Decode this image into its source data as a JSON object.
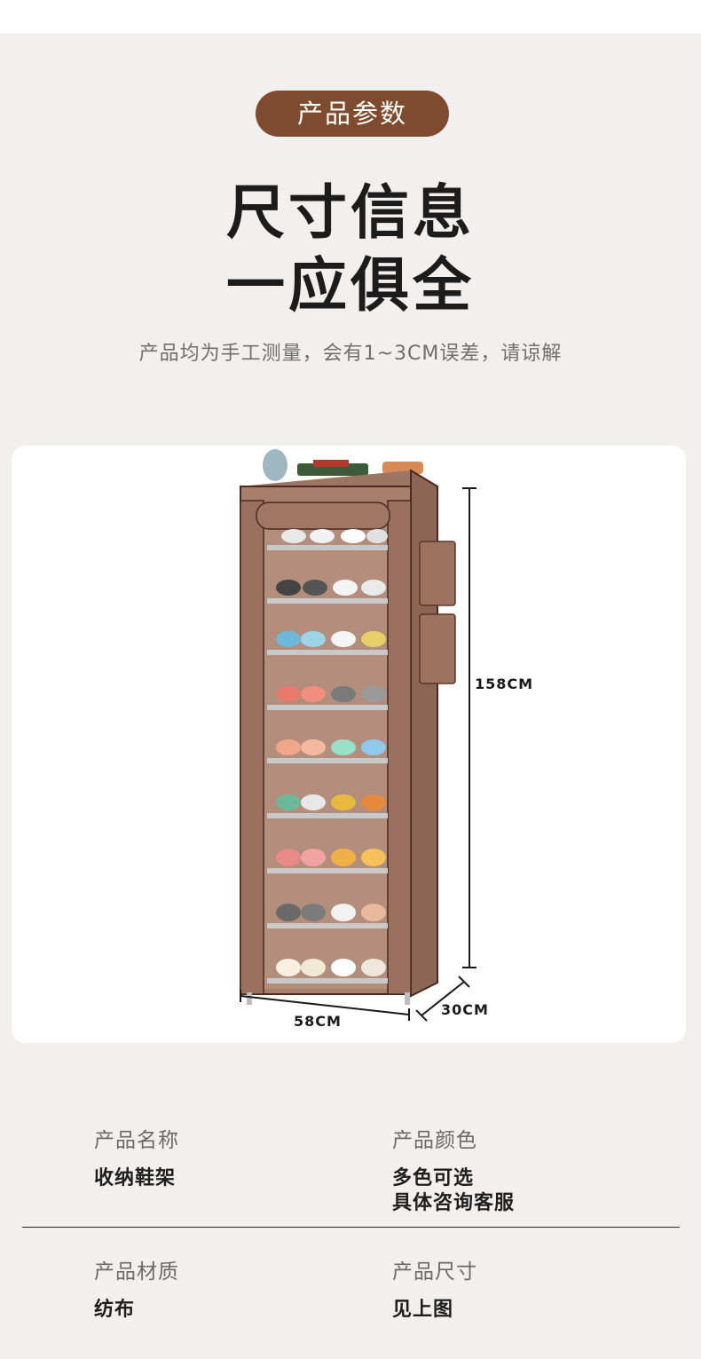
{
  "badge": "产品参数",
  "headline": {
    "line1": "尺寸信息",
    "line2": "一应俱全"
  },
  "note": "产品均为手工测量，会有1~3CM误差，请谅解",
  "dimensions": {
    "height": "158CM",
    "width": "58CM",
    "depth": "30CM"
  },
  "specs": {
    "name_label": "产品名称",
    "name_value": "收纳鞋架",
    "color_label": "产品颜色",
    "color_value_line1": "多色可选",
    "color_value_line2": "具体咨询客服",
    "material_label": "产品材质",
    "material_value": "纺布",
    "size_label": "产品尺寸",
    "size_value": "见上图"
  },
  "colors": {
    "brand": "#7f4b2f",
    "cover": "#a87f6c",
    "piping": "#4a2a20"
  }
}
